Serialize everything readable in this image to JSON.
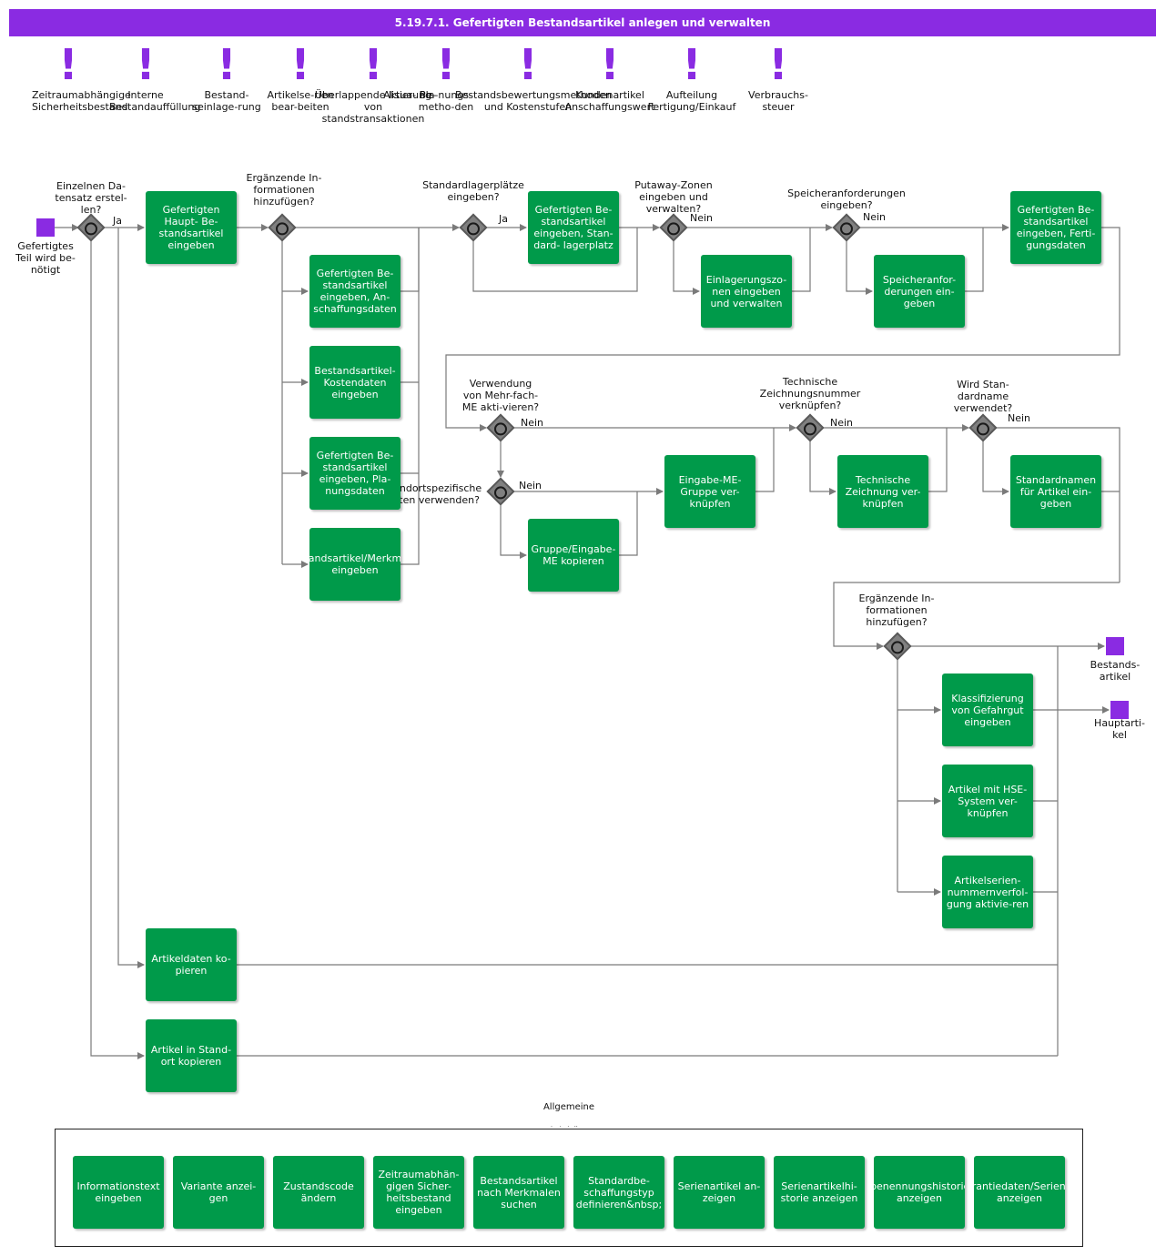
{
  "title": "5.19.7.1. Gefertigten Bestandsartikel anlegen und verwalten",
  "rules": [
    "Zeitraumabhängige Sicherheitsbestand",
    "Interne Bestandauffüllung",
    "Bestand-seinlage-rung",
    "Artikelse-rien bear-beiten",
    "Überlappende lisierung von standstransaktionen",
    "Aktua- Be-",
    "Pla-nungs-metho-den",
    "Bestandsbewertungsmethoden und Kostenstufen",
    "Kundenartikel Anschaffungswert",
    "Aufteilung Fertigung/Einkauf",
    "Verbrauchs-steuer"
  ],
  "events": {
    "start": "Gefertigtes Teil wird be-nötigt",
    "end1": "Bestands-artikel",
    "end2": "Hauptarti-kel"
  },
  "tasks": {
    "t_haupt": "Gefertigten Haupt- Be-standsartikel eingeben",
    "t_anschaffung": "Gefertigten Be-standsartikel eingeben, An-schaffungsdaten",
    "t_kosten": "Bestandsartikel-Kostendaten eingeben",
    "t_planung": "Gefertigten Be-standsartikel eingeben, Pla-nungsdaten",
    "t_merkmal": "andsartikel/Merkm eingeben",
    "t_lagerplatz": "Gefertigten Be-standsartikel eingeben, Stan-dard- lagerplatz",
    "t_einlagerung": "Einlagerungszo-nen eingeben und verwalten",
    "t_speicher": "Speicheranfor-derungen ein-geben",
    "t_fertigung": "Gefertigten Be-standsartikel eingeben, Ferti-gungsdaten",
    "t_gruppe": "Gruppe/Eingabe-ME kopieren",
    "t_eingabeme": "Eingabe-ME-Gruppe ver-knüpfen",
    "t_zeichnung": "Technische Zeichnung ver-knüpfen",
    "t_standardname": "Standardnamen für Artikel ein-geben",
    "t_gefahrgut": "Klassifizierung von Gefahrgut eingeben",
    "t_hse": "Artikel mit HSE-System ver-knüpfen",
    "t_serien": "Artikelserien-nummernverfol-gung aktivie-ren",
    "t_kopieren": "Artikeldaten ko-pieren",
    "t_standort": "Artikel in Stand-ort kopieren"
  },
  "gateways": {
    "g1": "Einzelnen Da-tensatz erstel-len?",
    "g2": "Ergänzende In-formationen hinzufügen?",
    "g3": "Standardlagerplätze eingeben?",
    "g4": "Putaway-Zonen eingeben und verwalten?",
    "g5": "Speicheranforderungen eingeben?",
    "g6": "Verwendung von Mehr-fach-ME akti-vieren?",
    "g7": "Standortspezifische Daten verwenden?",
    "g8": "Technische Zeichnungsnummer verknüpfen?",
    "g9": "Wird Stan-dardname verwendet?",
    "g10": "Ergänzende In-formationen hinzufügen?"
  },
  "flow_labels": {
    "ja": "Ja",
    "nein": "Nein"
  },
  "general": {
    "title": "Allgemeine Aktivitäten",
    "items": [
      "Informationstext eingeben",
      "Variante anzei-gen",
      "Zustandscode ändern",
      "Zeitraumabhän-gigen Sicher-heitsbestand eingeben",
      "Bestandsartikel nach Merkmalen suchen",
      "Standardbe-schaffungstyp definieren&nbsp;",
      "Serienartikel an-zeigen",
      "Serienartikelhi-storie anzeigen",
      "Umbenennungshistorie/Se anzeigen",
      "Garantiedaten/Serienobj anzeigen"
    ]
  },
  "colors": {
    "accent": "#8a2be2",
    "task": "#009a4a",
    "gateway": "#808080",
    "line": "#7a7a7a"
  }
}
